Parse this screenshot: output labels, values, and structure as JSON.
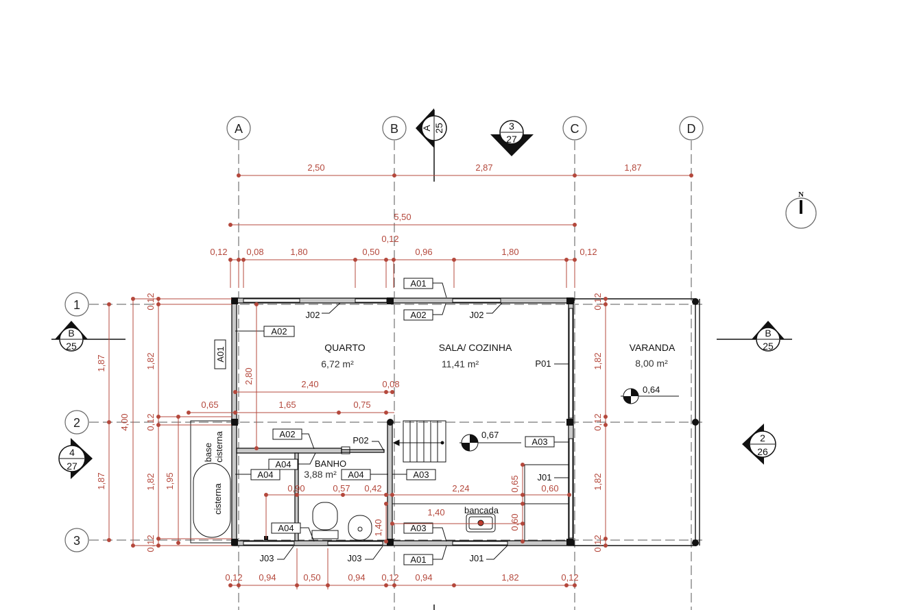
{
  "grid_axes": {
    "columns": [
      "A",
      "B",
      "C",
      "D"
    ],
    "rows": [
      "1",
      "2",
      "3"
    ]
  },
  "north": "N",
  "rooms": [
    {
      "name": "QUARTO",
      "area": "6,72 m²"
    },
    {
      "name": "SALA/ COZINHA",
      "area": "11,41 m²"
    },
    {
      "name": "VARANDA",
      "area": "8,00 m²"
    },
    {
      "name": "BANHO",
      "area": "3,88 m²"
    }
  ],
  "fixture_labels": {
    "base_cisterna": [
      "base",
      "cisterna"
    ],
    "cisterna": "cisterna",
    "bancada": "bancada"
  },
  "section_markers": [
    {
      "top": "A",
      "bottom": "25"
    },
    {
      "top": "3",
      "bottom": "27"
    },
    {
      "top": "B",
      "bottom": "25"
    },
    {
      "top": "B",
      "bottom": "25"
    },
    {
      "top": "4",
      "bottom": "27"
    },
    {
      "top": "2",
      "bottom": "26"
    }
  ],
  "levels": [
    "0,64",
    "0,67"
  ],
  "tags": {
    "A01": "A01",
    "A02": "A02",
    "A03": "A03",
    "A04": "A04",
    "J01": "J01",
    "J02": "J02",
    "J03": "J03",
    "P01": "P01",
    "P02": "P02"
  },
  "dimensions": {
    "top_row1": [
      "2,50",
      "2,87",
      "1,87"
    ],
    "top_row2": "5,50",
    "top_row3": [
      "0,12",
      "0,08",
      "1,80",
      "0,50",
      "0,12",
      "0,96",
      "1,80",
      "0,12"
    ],
    "bottom_row": [
      "0,12",
      "0,94",
      "0,50",
      "0,94",
      "0,12",
      "0,94",
      "1,82",
      "0,12"
    ],
    "left_total": "4,00",
    "left_partial": [
      "1,87",
      "1,87"
    ],
    "left_inner": [
      "0,12",
      "1,82",
      "0,12",
      "1,82",
      "0,12"
    ],
    "left_banho": "1,95",
    "right_inner": [
      "0,12",
      "1,82",
      "0,12",
      "1,82",
      "0,12"
    ],
    "interior": {
      "d_2_80": "2,80",
      "d_2_40": "2,40",
      "d_0_08": "0,08",
      "d_0_65": "0,65",
      "d_1_65": "1,65",
      "d_0_75": "0,75",
      "d_0_90": "0,90",
      "d_0_57": "0,57",
      "d_0_42": "0,42",
      "d_2_24": "2,24",
      "d_0_65b": "0,65",
      "d_0_60": "0,60",
      "d_1_40": "1,40",
      "d_1_40v": "1,40",
      "d_0_60v": "0,60"
    }
  },
  "colors": {
    "dimension": "#b4483c",
    "wall": "#c9c9c9",
    "line": "#111111"
  }
}
